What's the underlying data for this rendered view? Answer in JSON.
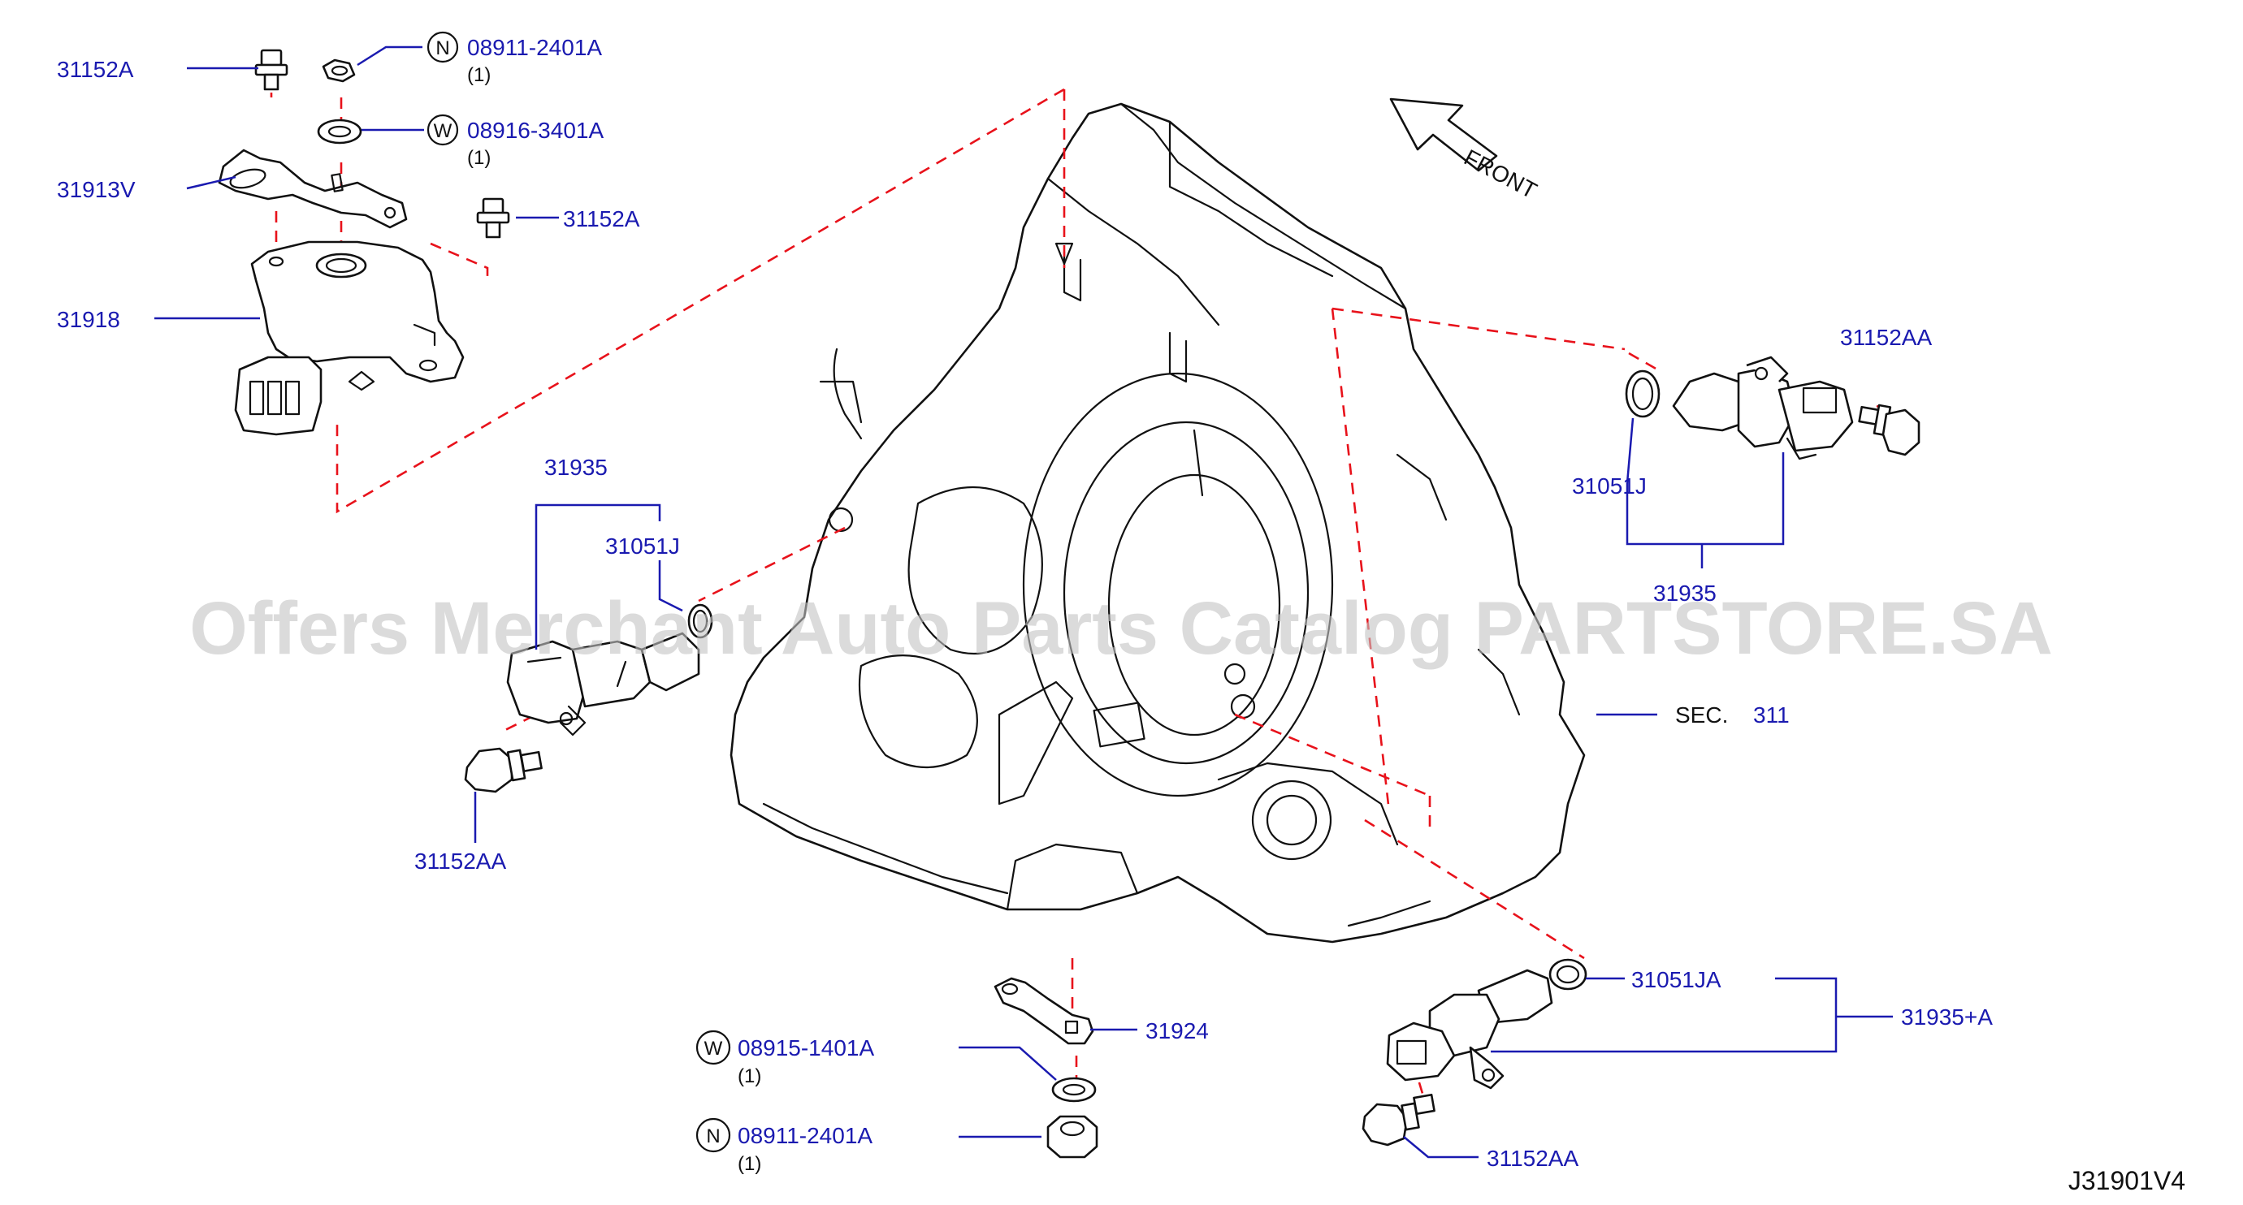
{
  "labels": {
    "p31152A_top": "31152A",
    "p31913V": "31913V",
    "p31918": "31918",
    "p31152A_right": "31152A",
    "nut_top": "08911-2401A",
    "nut_top_qty": "(1)",
    "washer_top": "08916-3401A",
    "washer_top_qty": "(1)",
    "p31935_left": "31935",
    "p31051J_left": "31051J",
    "p31152AA_left": "31152AA",
    "p31152AA_right": "31152AA",
    "p31051J_right": "31051J",
    "p31935_right": "31935",
    "sec_text": "SEC.",
    "sec_num": "311",
    "front": "FRONT",
    "p31924": "31924",
    "washer_bottom": "08915-1401A",
    "washer_bottom_qty": "(1)",
    "nut_bottom": "08911-2401A",
    "nut_bottom_qty": "(1)",
    "p31051JA": "31051JA",
    "p31935A": "31935+A",
    "p31152AA_bottom": "31152AA",
    "diagram_code": "J31901V4"
  },
  "callouts": {
    "nut_letter": "N",
    "washer_letter": "W"
  },
  "watermark": "Offers Merchant Auto Parts Catalog PARTSTORE.SA",
  "colors": {
    "part_number": "#1a1ab0",
    "leader_line": "#1a1ab0",
    "dashed_line": "#e8121b",
    "drawing": "#111111",
    "watermark": "#c4c4c4"
  }
}
